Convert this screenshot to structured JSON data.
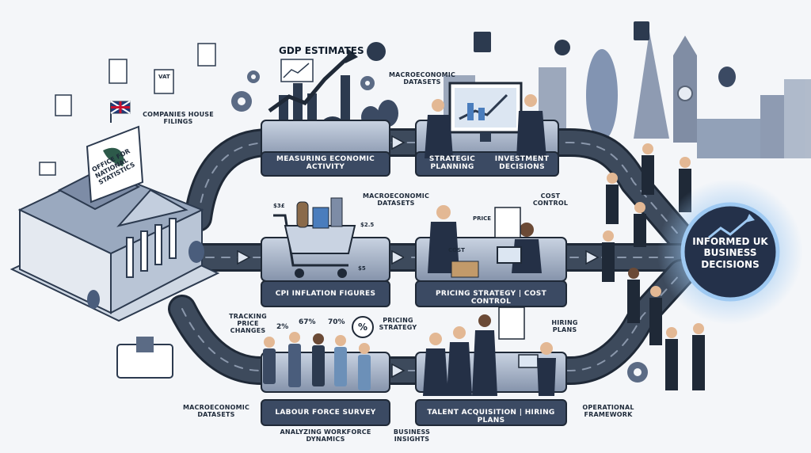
{
  "source": {
    "building_sign": "OFFICE FOR NATIONAL STATISTICS",
    "companies_house": "COMPANIES HOUSE FILINGS",
    "vat_doc": "VAT",
    "macro_bottom_left": "MACROECONOMIC DATASETS"
  },
  "row1": {
    "top_title": "GDP ESTIMATES",
    "panel1_caption": "MEASURING ECONOMIC ACTIVITY",
    "macro_label": "MACROECONOMIC DATASETS",
    "panel2_caption_left": "STRATEGIC PLANNING",
    "panel2_caption_right": "INVESTMENT DECISIONS"
  },
  "row2": {
    "macro_label": "MACROECONOMIC DATASETS",
    "cost_label": "COST CONTROL",
    "panel1_caption": "CPI INFLATION FIGURES",
    "panel2_caption": "PRICING STRATEGY | COST CONTROL",
    "price_tag_1": "$3£",
    "price_tag_2": "$2.5",
    "price_tag_3": "$5",
    "price_tag_4": "PRICE",
    "price_tag_5": "COST"
  },
  "row3": {
    "tracking_label": "TRACKING PRICE CHANGES",
    "pricing_label": "PRICING STRATEGY",
    "hiring_label": "HIRING PLANS",
    "stat_1": "2%",
    "stat_2": "67%",
    "stat_3": "70%",
    "stat_icon": "%",
    "panel1_caption": "LABOUR FORCE SURVEY",
    "panel2_caption": "TALENT ACQUISITION | HIRING PLANS",
    "below_panel1": "ANALYZING WORKFORCE DYNAMICS",
    "below_middle": "BUSINESS INSIGHTS",
    "operational": "OPERATIONAL FRAMEWORK"
  },
  "destination": {
    "title": "INFORMED UK BUSINESS DECISIONS"
  },
  "colors": {
    "road": "#3d4a5c",
    "road_edge": "#1f2937",
    "panel": "#3b4a63",
    "panel_dark": "#24314a",
    "accent_blue": "#4a7dbd",
    "glow": "#9ec9f2",
    "city": "#7a8aa3"
  },
  "icons": [
    "gear-icon",
    "pound-coin-icon",
    "money-bag-icon",
    "calculator-icon",
    "document-icon",
    "flag-icon",
    "chart-icon",
    "percent-icon"
  ]
}
